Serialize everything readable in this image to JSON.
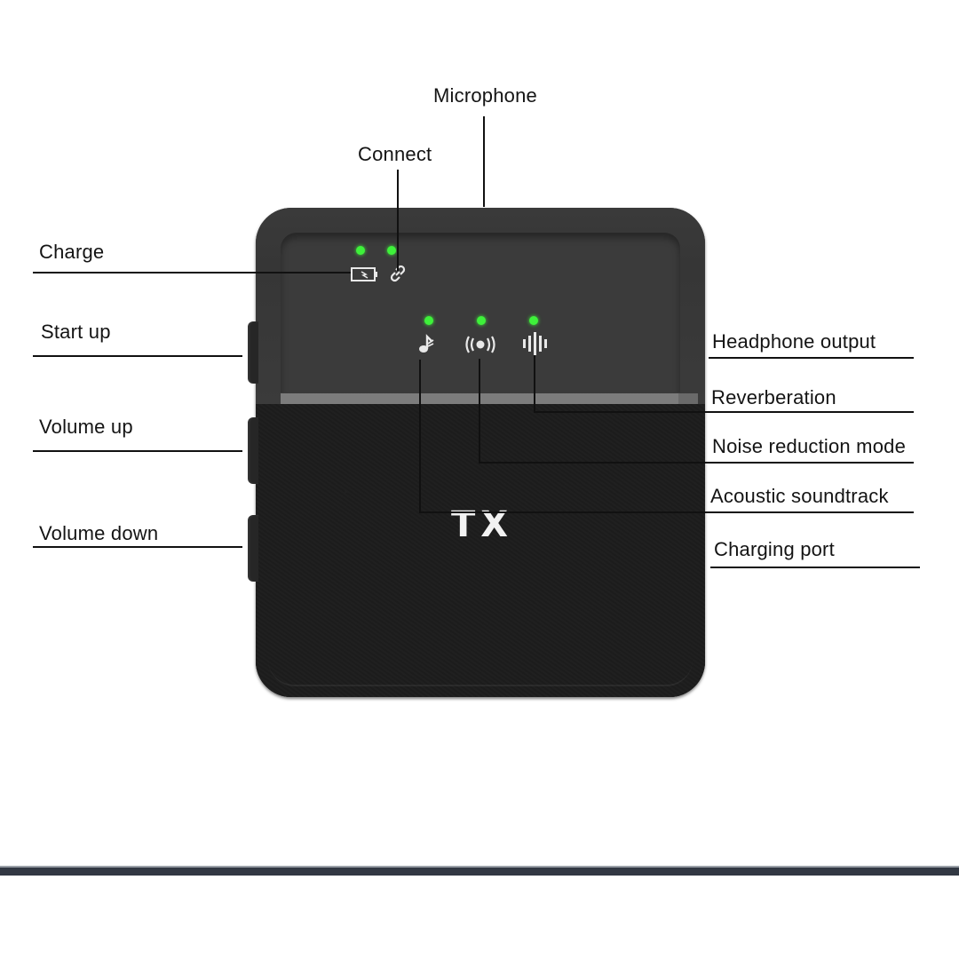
{
  "diagram": {
    "device_mark": "TX",
    "led_color": "#3ef13a",
    "indicators": [
      {
        "name": "charge",
        "icon": "battery-charging-icon"
      },
      {
        "name": "connect",
        "icon": "link-icon"
      },
      {
        "name": "acoustic-soundtrack",
        "icon": "music-note-icon"
      },
      {
        "name": "noise-reduction",
        "icon": "broadcast-icon"
      },
      {
        "name": "reverberation",
        "icon": "sound-wave-icon"
      }
    ],
    "labels": {
      "microphone": "Microphone",
      "connect": "Connect",
      "charge": "Charge",
      "start_up": "Start up",
      "volume_up": "Volume up",
      "volume_down": "Volume down",
      "headphone_output": "Headphone output",
      "reverberation": "Reverberation",
      "noise_reduction_mode": "Noise reduction mode",
      "acoustic_soundtrack": "Acoustic soundtrack",
      "charging_port": "Charging port"
    }
  }
}
